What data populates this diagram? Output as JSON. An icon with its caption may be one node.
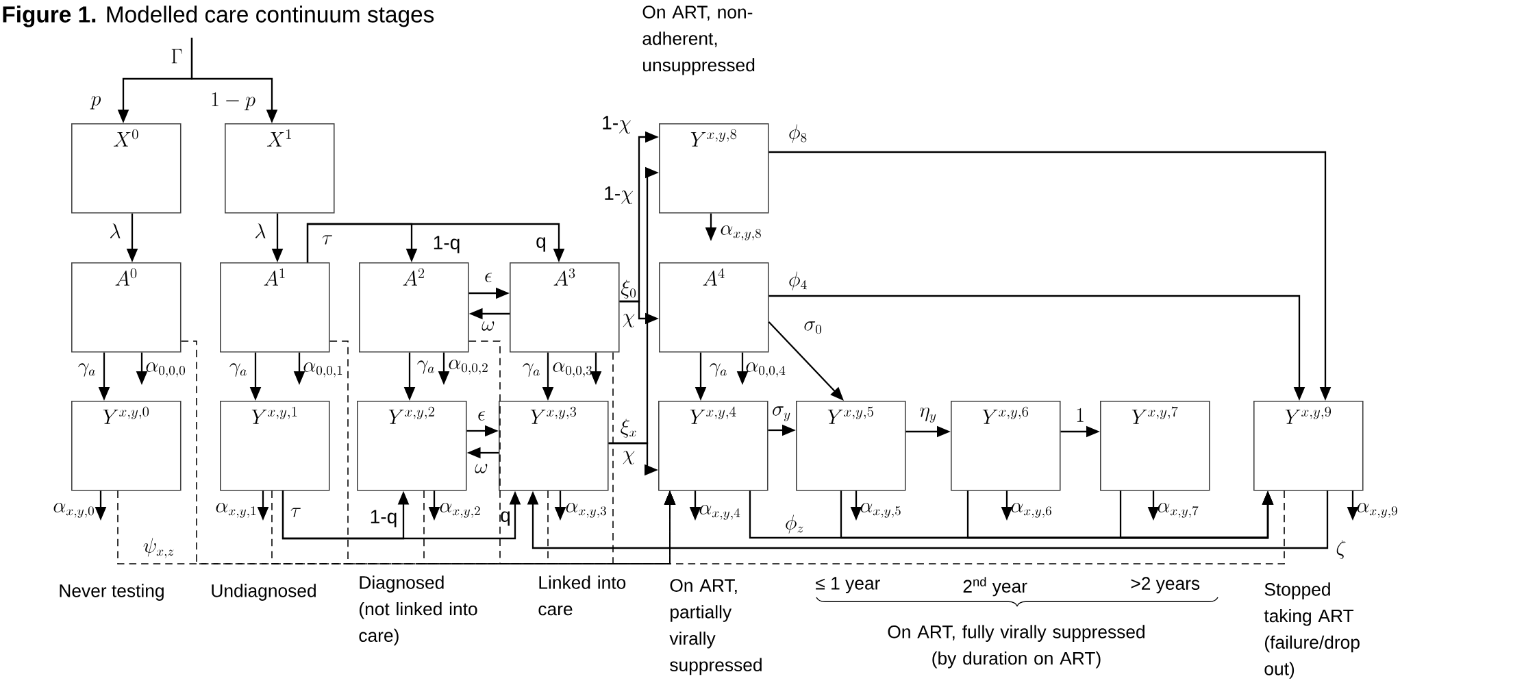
{
  "diagram": {
    "title": "**Figure 1.** Modelled care continuum stages",
    "nodes": [
      {
        "text": [
          "X^{0}"
        ]
      },
      {
        "text": [
          "X^{1}"
        ]
      },
      {
        "text": [
          "Y^{x,y,8}"
        ]
      },
      {
        "text": [
          "A^{0}"
        ]
      },
      {
        "text": [
          "A^{1}"
        ]
      },
      {
        "text": [
          "A^{2}"
        ]
      },
      {
        "text": [
          "A^{3}"
        ]
      },
      {
        "text": [
          "A^{4}"
        ]
      },
      {
        "text": [
          "Y^{x,y,0}"
        ]
      },
      {
        "text": [
          "Y^{x,y,1}"
        ]
      },
      {
        "text": [
          "Y^{x,y,2}"
        ]
      },
      {
        "text": [
          "Y^{x,y,3}"
        ]
      },
      {
        "text": [
          "Y^{x,y,4}"
        ]
      },
      {
        "text": [
          "Y^{x,y,5}"
        ]
      },
      {
        "text": [
          "Y^{x,y,6}"
        ]
      },
      {
        "text": [
          "Y^{x,y,7}"
        ]
      },
      {
        "text": [
          "Y^{x,y,9}"
        ]
      }
    ],
    "edges": [
      {
        "from": null,
        "to": 0,
        "arrow": "to",
        "label": "p"
      },
      {
        "from": null,
        "to": 1,
        "arrow": "to",
        "label": "1-p"
      },
      {
        "from": 0,
        "to": 3,
        "arrow": "to",
        "label": "\\lambda"
      },
      {
        "from": 1,
        "to": 4,
        "arrow": "to",
        "label": "\\lambda"
      },
      {
        "from": 4,
        "to": 5,
        "arrow": "to",
        "label": "\\text{1-q}"
      },
      {
        "from": 4,
        "to": 6,
        "arrow": "to",
        "label": "\\text{q}"
      },
      {
        "from": 5,
        "to": 6,
        "arrow": "to",
        "label": "\\epsilon"
      },
      {
        "from": 6,
        "to": 5,
        "arrow": "to",
        "label": "\\omega"
      },
      {
        "from": 3,
        "to": 8,
        "arrow": "to",
        "label": "\\gamma_a"
      },
      {
        "from": 3,
        "to": null,
        "arrow": "to",
        "label": "\\alpha_{0,0,0}"
      },
      {
        "from": 4,
        "to": 9,
        "arrow": "to",
        "label": "\\gamma_a"
      },
      {
        "from": 4,
        "to": null,
        "arrow": "to",
        "label": "\\alpha_{0,0,1}"
      },
      {
        "from": 5,
        "to": 10,
        "arrow": "to",
        "label": "\\gamma_a"
      },
      {
        "from": 5,
        "to": null,
        "arrow": "to",
        "label": "\\alpha_{0,0,2}"
      },
      {
        "from": 6,
        "to": 11,
        "arrow": "to",
        "label": "\\gamma_a"
      },
      {
        "from": 6,
        "to": null,
        "arrow": "to",
        "label": "\\alpha_{0,0,3}"
      },
      {
        "from": 6,
        "to": 2,
        "arrow": "to",
        "label": "\\text{1-}\\chi"
      },
      {
        "from": 6,
        "to": 7,
        "arrow": "to",
        "label": "\\chi"
      },
      {
        "from": 7,
        "to": 12,
        "arrow": "to",
        "label": "\\gamma_a"
      },
      {
        "from": 7,
        "to": null,
        "arrow": "to",
        "label": "\\alpha_{0,0,4}"
      },
      {
        "from": 7,
        "to": 13,
        "arrow": "to",
        "label": "\\sigma_0"
      },
      {
        "from": 7,
        "to": 16,
        "arrow": "to",
        "label": "\\phi_4"
      },
      {
        "from": 2,
        "to": 16,
        "arrow": "to",
        "label": "\\phi_8"
      },
      {
        "from": 2,
        "to": null,
        "arrow": "to",
        "label": "\\alpha_{x,y,8}"
      },
      {
        "from": 9,
        "to": 10,
        "arrow": "to",
        "label": "\\text{1-q}"
      },
      {
        "from": 9,
        "to": 11,
        "arrow": "to",
        "label": "\\text{q}"
      },
      {
        "from": 10,
        "to": 11,
        "arrow": "to",
        "label": "\\epsilon"
      },
      {
        "from": 11,
        "to": 10,
        "arrow": "to",
        "label": "\\omega"
      },
      {
        "from": 11,
        "to": 2,
        "arrow": "to",
        "label": "\\text{1-}\\chi"
      },
      {
        "from": 11,
        "to": 12,
        "arrow": "to",
        "label": "\\chi"
      },
      {
        "from": 12,
        "to": 13,
        "arrow": "to",
        "label": "\\sigma_y"
      },
      {
        "from": 13,
        "to": 14,
        "arrow": "to",
        "label": "\\eta_y"
      },
      {
        "from": 14,
        "to": 15,
        "arrow": "to",
        "label": "1"
      },
      {
        "from": 8,
        "to": null,
        "arrow": "to",
        "label": "\\alpha_{x,y,0}"
      },
      {
        "from": 9,
        "to": null,
        "arrow": "to",
        "label": "\\alpha_{x,y,1}"
      },
      {
        "from": 10,
        "to": null,
        "arrow": "to",
        "label": "\\alpha_{x,y,2}"
      },
      {
        "from": 11,
        "to": null,
        "arrow": "to",
        "label": "\\alpha_{x,y,3}"
      },
      {
        "from": 12,
        "to": null,
        "arrow": "to",
        "label": "\\alpha_{x,y,4}"
      },
      {
        "from": 13,
        "to": null,
        "arrow": "to",
        "label": "\\alpha_{x,y,5}"
      },
      {
        "from": 14,
        "to": null,
        "arrow": "to",
        "label": "\\alpha_{x,y,6}"
      },
      {
        "from": 15,
        "to": null,
        "arrow": "to",
        "label": "\\alpha_{x,y,7}"
      },
      {
        "from": 16,
        "to": null,
        "arrow": "to",
        "label": "\\alpha_{x,y,9}"
      },
      {
        "from": 12,
        "to": 16,
        "arrow": "to",
        "label": "\\phi_z"
      },
      {
        "from": 13,
        "to": 16,
        "arrow": "to"
      },
      {
        "from": 14,
        "to": 16,
        "arrow": "to"
      },
      {
        "from": 15,
        "to": 16,
        "arrow": "to"
      },
      {
        "from": 16,
        "to": 11,
        "arrow": "to",
        "label": "\\zeta"
      },
      {
        "from": 3,
        "to": 12,
        "arrow": "to",
        "style": "dashed"
      },
      {
        "from": 8,
        "to": 12,
        "arrow": "to",
        "style": "dashed"
      },
      {
        "from": 4,
        "to": 12,
        "arrow": "to",
        "style": "dashed"
      },
      {
        "from": 9,
        "to": 12,
        "arrow": "to",
        "style": "dashed"
      },
      {
        "from": 5,
        "to": 12,
        "arrow": "to",
        "style": "dashed"
      },
      {
        "from": 10,
        "to": 12,
        "arrow": "to",
        "style": "dashed"
      },
      {
        "from": 6,
        "to": 12,
        "arrow": "to",
        "style": "dashed"
      },
      {
        "from": 11,
        "to": 12,
        "arrow": "to",
        "style": "dashed"
      },
      {
        "from": 16,
        "to": 12,
        "arrow": "to",
        "style": "dashed"
      }
    ],
    "labels": [
      "On ART, non-adherent, unsuppressed",
      "\\Gamma",
      "\\tau",
      "\\xi_0",
      "\\xi_x",
      "\\tau",
      "\\psi_{x,z}",
      "Never testing",
      "Undiagnosed",
      "Diagnosed (not linked into care)",
      "Linked into care",
      "On ART, partially virally suppressed",
      "≤ 1 year",
      "2$^{nd}$ year",
      ">2 years",
      "On ART, fully virally suppressed (by duration on ART)",
      "Stopped taking ART (failure/drop out)"
    ]
  }
}
